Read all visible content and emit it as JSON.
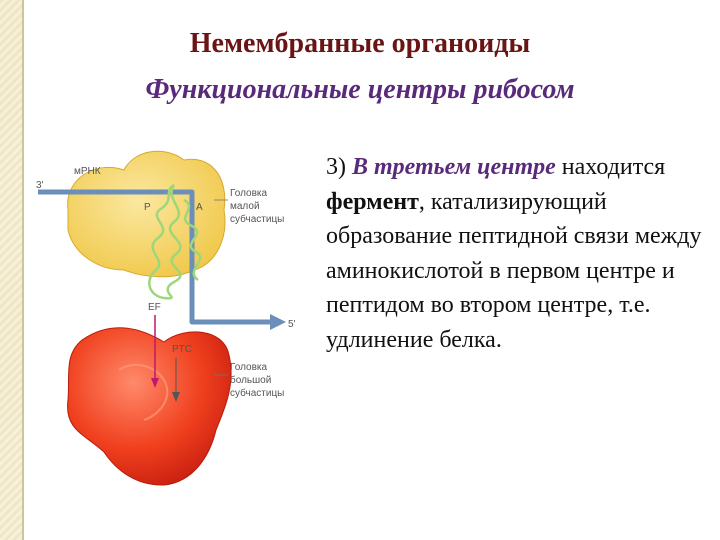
{
  "slide": {
    "title": "Немембранные органоиды",
    "subtitle": "Функциональные центры рибосом"
  },
  "figure": {
    "label_mrna": "мРНК",
    "label_3prime": "3'",
    "label_5prime": "5'",
    "label_p": "P",
    "label_a": "A",
    "label_ef": "EF",
    "label_ptc": "PTC",
    "small_subunit_label": [
      "Головка",
      "малой",
      "субчастицы"
    ],
    "large_subunit_label": [
      "Головка",
      "большой",
      "субчастицы"
    ],
    "colors": {
      "small_subunit": "#f5d76a",
      "large_subunit": "#e8341c",
      "mrna": "#6b8fb8",
      "trna": "#9fd67a"
    }
  },
  "text": {
    "number": "3)",
    "center_phrase": "В третьем центре",
    "line1": "находится",
    "enzyme_word": "фермент",
    "comma": ",",
    "rest": "катализирующий образование пептидной связи между аминокислотой в первом центре и пептидом во втором центре, т.е. удлинение белка."
  }
}
